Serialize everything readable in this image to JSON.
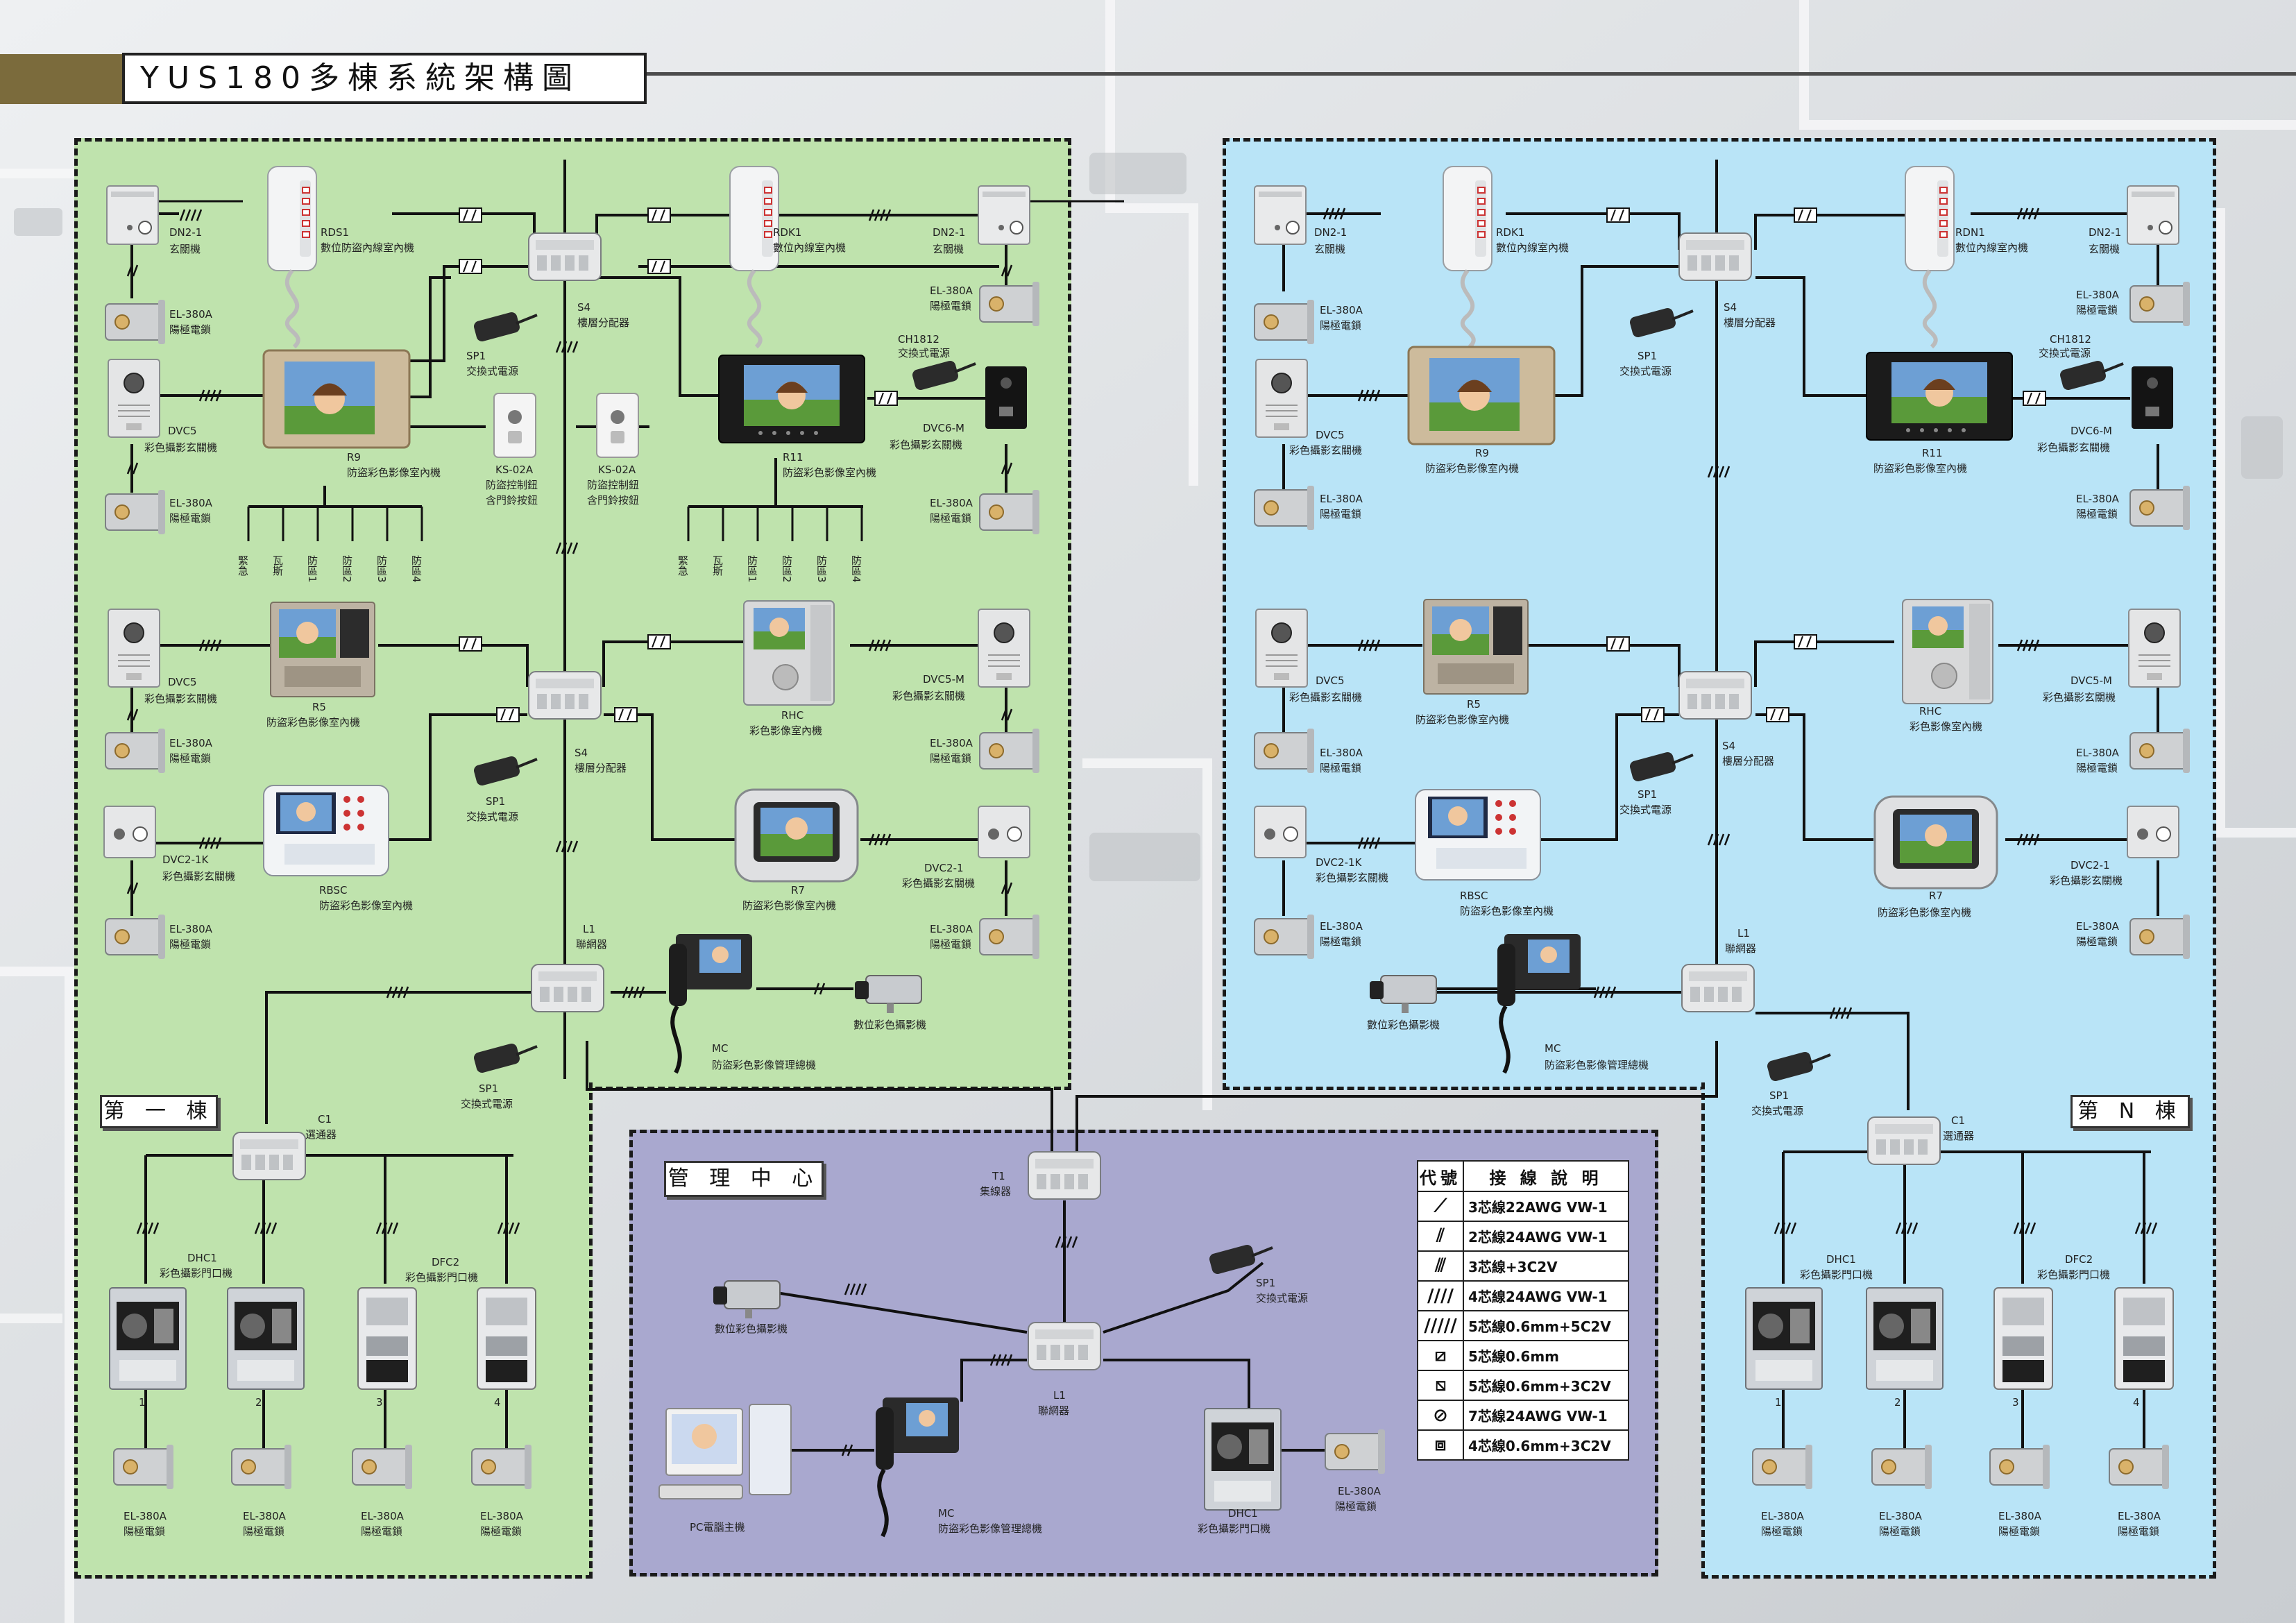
{
  "title": "YUS180多棟系統架構圖",
  "buildings": {
    "first": "第 一 棟",
    "nth": "第 N 棟",
    "center": "管 理 中 心"
  },
  "legend": {
    "header_code": "代號",
    "header_desc": "接 線 說 明",
    "rows": [
      {
        "icon": "1-slash-icon",
        "text": "3芯線22AWG VW-1"
      },
      {
        "icon": "2-slash-icon",
        "text": "2芯線24AWG VW-1"
      },
      {
        "icon": "3-slash-icon",
        "text": "3芯線+3C2V"
      },
      {
        "icon": "4-slash-icon",
        "text": "4芯線24AWG VW-1"
      },
      {
        "icon": "5-slash-icon",
        "text": "5芯線0.6mm+5C2V"
      },
      {
        "icon": "5-box-icon",
        "text": "5芯線0.6mm"
      },
      {
        "icon": "5-box-coax-icon",
        "text": "5芯線0.6mm+3C2V"
      },
      {
        "icon": "7-circle-icon",
        "text": "7芯線24AWG VW-1"
      },
      {
        "icon": "4-box-coax-icon",
        "text": "4芯線0.6mm+3C2V"
      }
    ]
  },
  "labels": {
    "dn21_a": "DN2-1",
    "dn21_b": "玄關機",
    "el380_a": "EL-380A",
    "el380_b": "陽極電鎖",
    "rds1_a": "RDS1",
    "rds1_b": "數位防盜內線室內機",
    "rdk1_a": "RDK1",
    "rdk1_b": "數位內線室內機",
    "rdn1_a": "RDN1",
    "rdn1_b": "數位內線室內機",
    "s4_a": "S4",
    "s4_b": "樓層分配器",
    "sp1_a": "SP1",
    "sp1_b": "交換式電源",
    "dvc5_a": "DVC5",
    "dvc5_b": "彩色攝影玄關機",
    "r9_a": "R9",
    "r9_b": "防盜彩色影像室內機",
    "ks02a_a": "KS-02A",
    "ks02a_b": "防盜控制鈕",
    "ks02a_c": "含門鈴按鈕",
    "ch1812_a": "CH1812",
    "ch1812_b": "交換式電源",
    "r11_a": "R11",
    "r11_b": "防盜彩色影像室內機",
    "dvc6m_a": "DVC6-M",
    "dvc6m_b": "彩色攝影玄關機",
    "zone_1": "緊急",
    "zone_2": "瓦斯",
    "zone_3": "防區1",
    "zone_4": "防區2",
    "zone_5": "防區3",
    "zone_6": "防區4",
    "r5_a": "R5",
    "r5_b": "防盜彩色影像室內機",
    "rhc_a": "RHC",
    "rhc_b": "彩色影像室內機",
    "dvc5m_a": "DVC5-M",
    "dvc5m_b": "彩色攝影玄關機",
    "dvc21k_a": "DVC2-1K",
    "dvc21k_b": "彩色攝影玄關機",
    "rbsc_a": "RBSC",
    "rbsc_b": "防盜彩色影像室內機",
    "r7_a": "R7",
    "r7_b": "防盜彩色影像室內機",
    "dvc21_a": "DVC2-1",
    "dvc21_b": "彩色攝影玄關機",
    "l1_a": "L1",
    "l1_b": "聯網器",
    "mc_a": "MC",
    "mc_b": "防盜彩色影像管理總機",
    "cam": "數位彩色攝影機",
    "c1_a": "C1",
    "c1_b": "選通器",
    "dhc1_a": "DHC1",
    "dhc1_b": "彩色攝影門口機",
    "dfc2_a": "DFC2",
    "dfc2_b": "彩色攝影門口機",
    "t1_a": "T1",
    "t1_b": "集線器",
    "pc": "PC電腦主機",
    "n1": "1",
    "n2": "2",
    "n3": "3",
    "n4": "4"
  },
  "colors": {
    "green_zone": "#bfe3ad",
    "blue_zone": "#b9e4f7",
    "purple_zone": "#a9a8cf",
    "title_accent": "#7b6b3c"
  }
}
